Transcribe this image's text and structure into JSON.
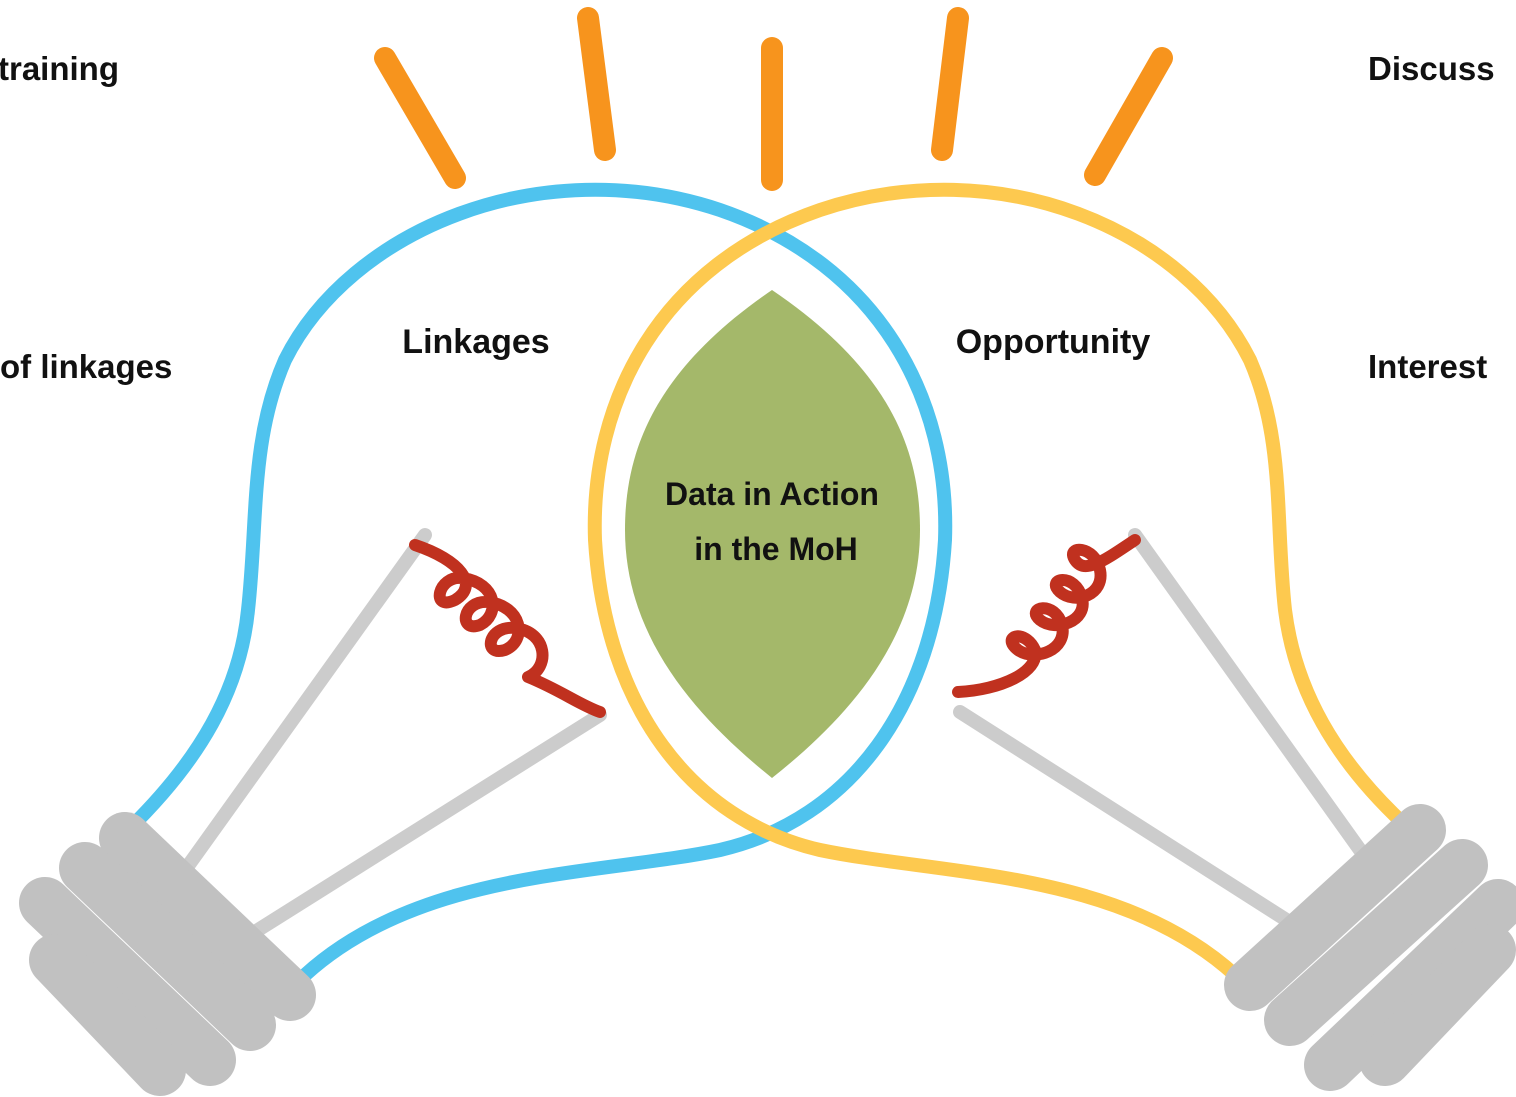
{
  "labels": {
    "top_left": "training",
    "mid_left": "of linkages",
    "left_bulb": "Linkages",
    "right_bulb": "Opportunity",
    "top_right": "Discuss",
    "mid_right": "Interest",
    "center_line1": "Data in Action",
    "center_line2": "in the MoH"
  },
  "colors": {
    "left_bulb": "#4fc3ee",
    "right_bulb": "#fdc94f",
    "rays": "#f7941d",
    "overlap": "#a4b86a",
    "filament": "#c0311f",
    "wires": "#cccccc",
    "base": "#c1c1c1"
  }
}
